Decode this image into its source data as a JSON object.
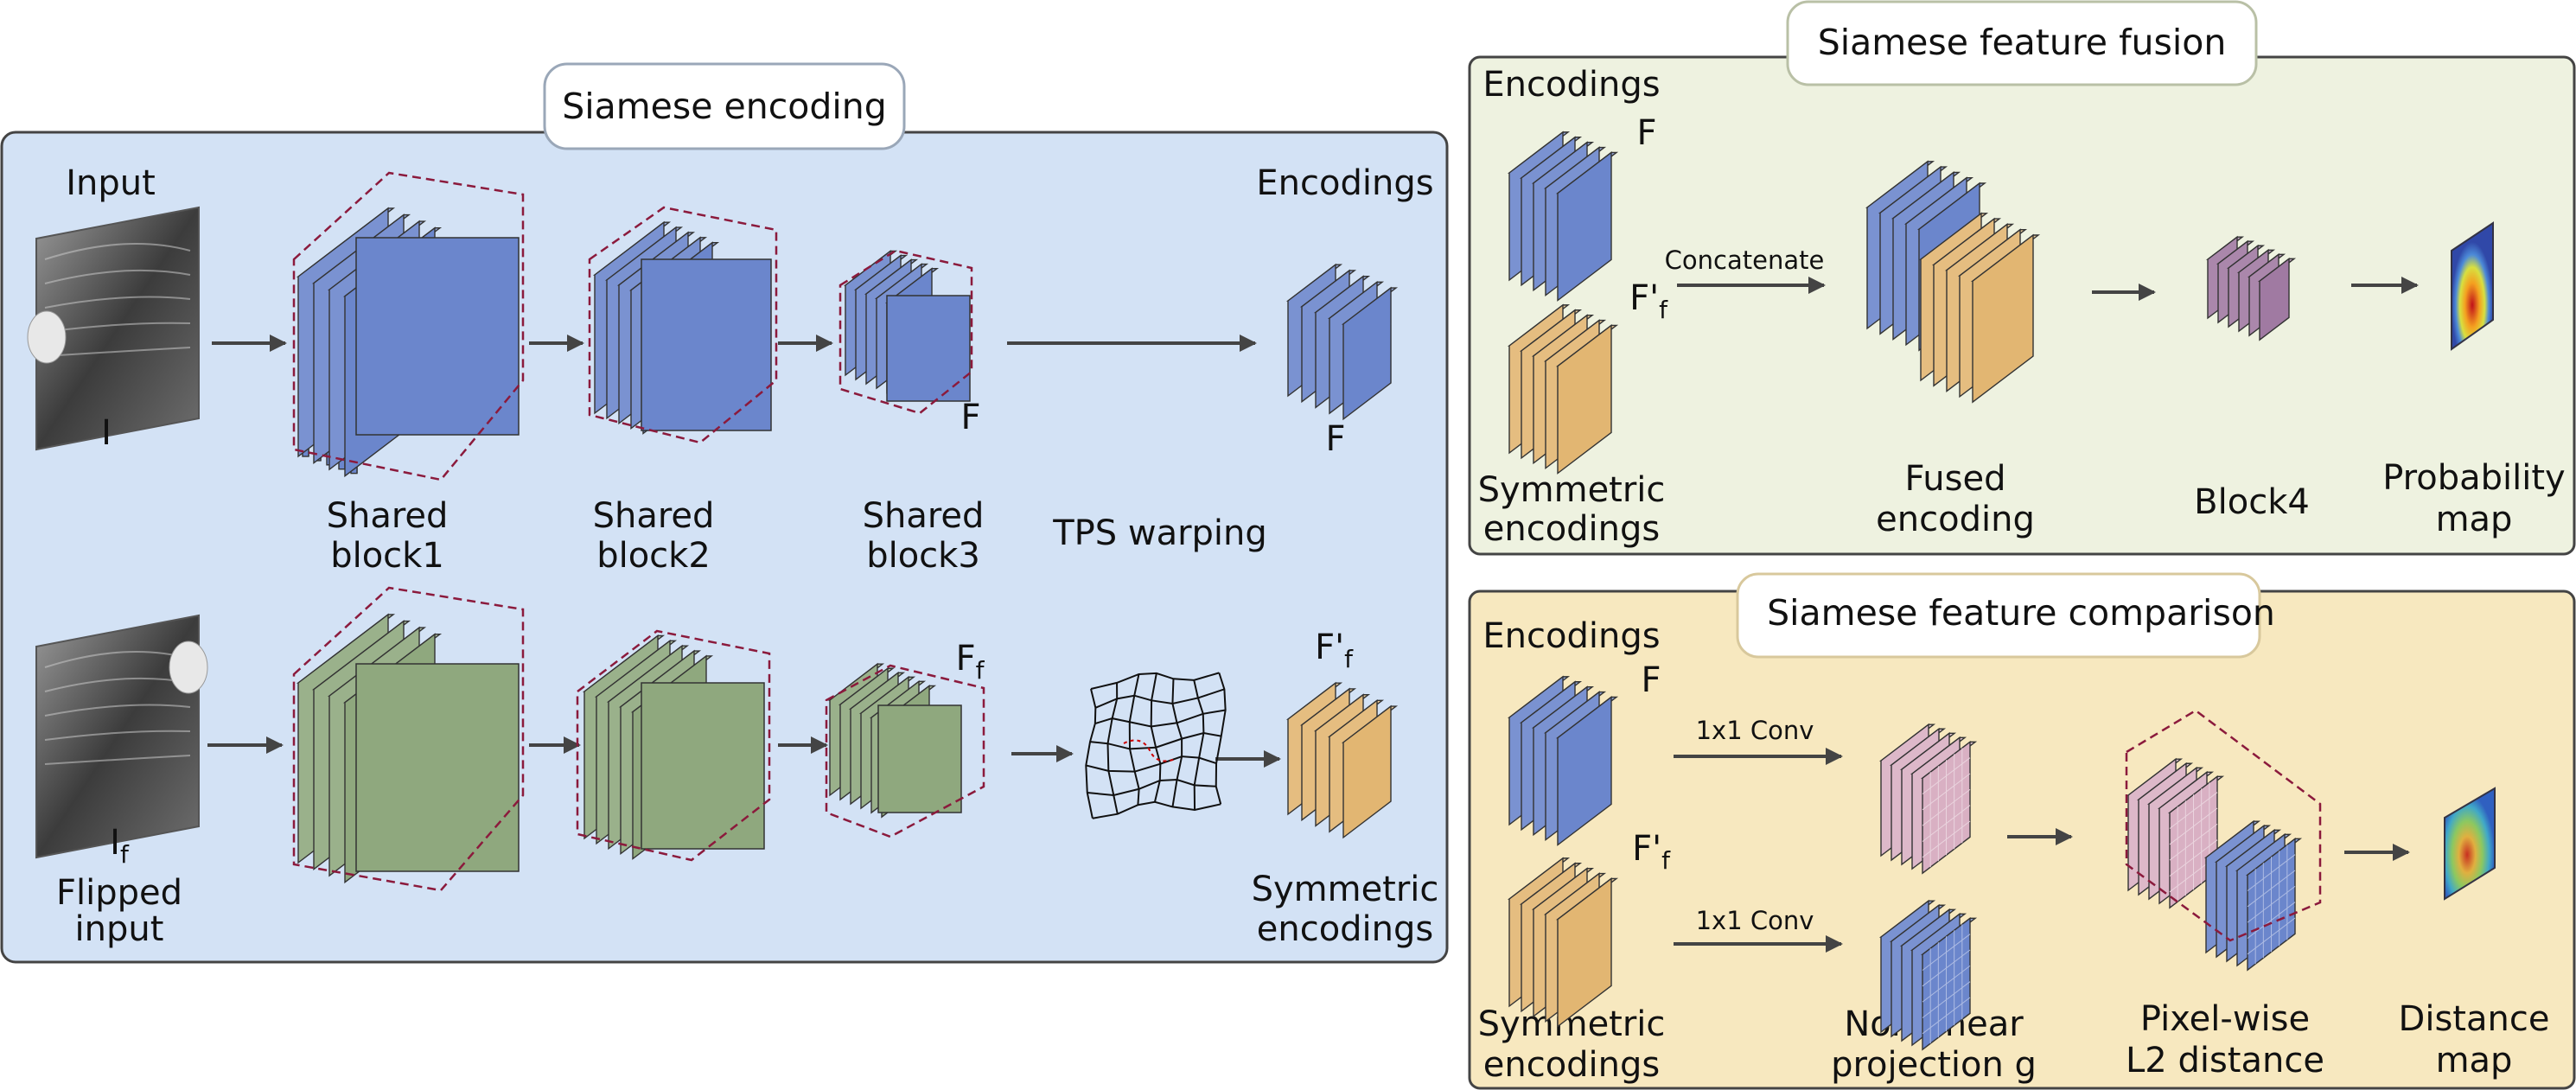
{
  "colors": {
    "encoding_bg": "#d3e2f5",
    "fusion_bg": "#eef2e0",
    "comparison_bg": "#f7e8bf",
    "feature_blue": "#6b86cc",
    "feature_green": "#8fa87e",
    "feature_orange": "#e2b672",
    "block4_purple": "#a07aa2",
    "projection_pink": "#d9b0c3",
    "dashed_outline": "#8b1a3c"
  },
  "encoding": {
    "title": "Siamese encoding",
    "input_label": "Input",
    "input_symbol": "I",
    "flipped_symbol": "I",
    "flipped_symbol_sub": "f",
    "flipped_label_1": "Flipped",
    "flipped_label_2": "input",
    "shared1_l1": "Shared",
    "shared1_l2": "block1",
    "shared2_l1": "Shared",
    "shared2_l2": "block2",
    "shared3_l1": "Shared",
    "shared3_l2": "block3",
    "f_label": "F",
    "ff_label": "F",
    "ff_sub": "f",
    "tps_label": "TPS warping",
    "encodings_label": "Encodings",
    "enc_f": "F",
    "sym_f": "F'",
    "sym_f_sub": "f",
    "sym_l1": "Symmetric",
    "sym_l2": "encodings"
  },
  "fusion": {
    "title": "Siamese feature fusion",
    "encodings_label": "Encodings",
    "f": "F",
    "ff": "F'",
    "ff_sub": "f",
    "concatenate": "Concatenate",
    "sym_l1": "Symmetric",
    "sym_l2": "encodings",
    "fused_l1": "Fused",
    "fused_l2": "encoding",
    "block4": "Block4",
    "prob_l1": "Probability",
    "prob_l2": "map"
  },
  "comparison": {
    "title": "Siamese feature comparison",
    "encodings_label": "Encodings",
    "f": "F",
    "ff": "F'",
    "ff_sub": "f",
    "conv1": "1x1 Conv",
    "conv2": "1x1 Conv",
    "sym_l1": "Symmetric",
    "sym_l2": "encodings",
    "proj_l1": "Non-linear",
    "proj_l2": "projection g",
    "pix_l1": "Pixel-wise",
    "pix_l2": "L2 distance",
    "dist_l1": "Distance",
    "dist_l2": "map"
  }
}
